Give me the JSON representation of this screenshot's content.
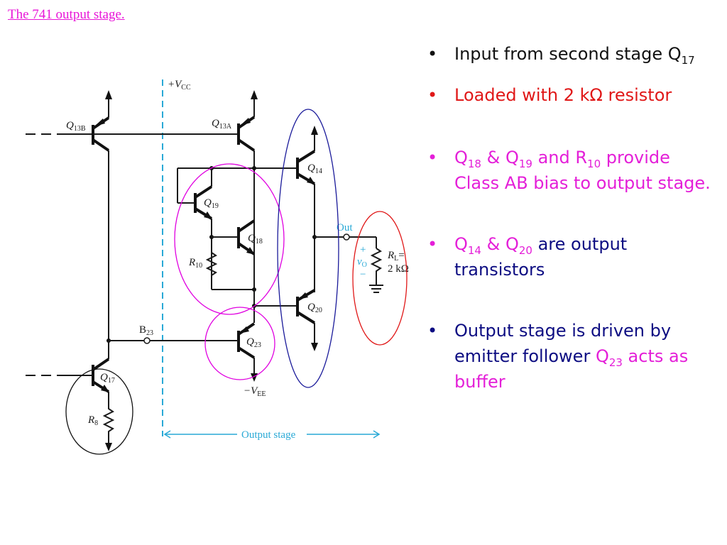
{
  "slide": {
    "title": "The 741 output stage.",
    "colors": {
      "title": "#e815d8",
      "black": "#111111",
      "red": "#e01818",
      "magenta": "#e41fd8",
      "navy": "#0d0d82",
      "cyan_annotation": "#29a9d6",
      "ellipse_magenta": "#e000e0",
      "ellipse_blue": "#1a1a9a",
      "ellipse_red": "#e01818"
    }
  },
  "diagram": {
    "labels": {
      "vcc": "+V",
      "vcc_sub": "CC",
      "vee": "−V",
      "vee_sub": "EE",
      "q13b": "Q",
      "q13b_sub": "13B",
      "q13a": "Q",
      "q13a_sub": "13A",
      "q14": "Q",
      "q14_sub": "14",
      "q19": "Q",
      "q19_sub": "19",
      "q18": "Q",
      "q18_sub": "18",
      "r10": "R",
      "r10_sub": "10",
      "q20": "Q",
      "q20_sub": "20",
      "q23": "Q",
      "q23_sub": "23",
      "b23": "B",
      "b23_sub": "23",
      "q17": "Q",
      "q17_sub": "17",
      "r8": "R",
      "r8_sub": "8",
      "out": "Out",
      "vo_plus": "+",
      "vo": "v",
      "vo_sub": "O",
      "vo_minus": "−",
      "rl": "R",
      "rl_sub": "L",
      "rl_eq": "=",
      "rl_value": "2 kΩ",
      "output_stage": "Output stage"
    }
  },
  "bullets": [
    {
      "bullet": "•",
      "text": "Input from second stage Q",
      "sub": "17"
    },
    {
      "bullet": "•",
      "text": "Loaded with  2 kΩ resistor"
    },
    {
      "bullet": "•",
      "q18": "Q",
      "q18_sub": "18",
      "amp1": " & Q",
      "q19_sub": "19",
      "and": " and R",
      "r10_sub": "10",
      "rest": " provide Class AB bias to output stage."
    },
    {
      "bullet": "•",
      "q14": "Q",
      "q14_sub": "14",
      "amp": " & Q",
      "q20_sub": "20",
      "rest": " are output transistors"
    },
    {
      "bullet": "•",
      "text1": "Output stage is driven by emitter follower ",
      "q23": "Q",
      "q23_sub": "23",
      "rest": " acts as buffer"
    }
  ]
}
